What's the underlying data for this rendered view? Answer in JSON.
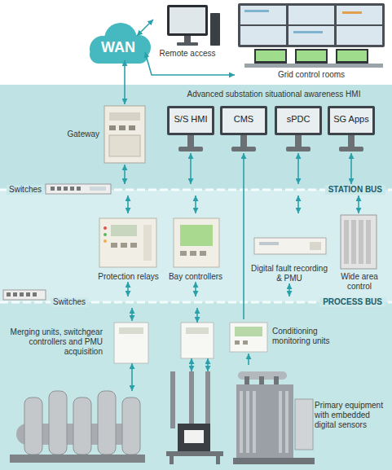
{
  "diagram": {
    "nodes": [
      {
        "text": [
          "Remote access"
        ]
      },
      {
        "text": [
          "WAN"
        ]
      },
      {
        "text": [
          "Grid control rooms"
        ]
      },
      {
        "text": [
          "Gateway"
        ]
      },
      {
        "text": [
          "S/S HMI"
        ]
      },
      {
        "text": [
          "CMS"
        ]
      },
      {
        "text": [
          "sPDC"
        ]
      },
      {
        "text": [
          "SG Apps"
        ]
      },
      {
        "text": [
          "STATION BUS"
        ]
      },
      {
        "text": [
          "Protection relays"
        ]
      },
      {
        "text": [
          "Bay controllers"
        ]
      },
      {
        "text": [
          "Digital fault recording & PMU"
        ]
      },
      {
        "text": [
          "Wide area control"
        ]
      },
      {
        "text": [
          "PROCESS BUS"
        ]
      },
      {
        "text": [
          "Merging units, switchgear controllers and PMU acquisition"
        ]
      },
      {
        "text": [
          "Conditioning monitoring units"
        ]
      },
      {
        "text": [
          "Primary equipment with embedded digital sensors"
        ]
      }
    ],
    "edges": [
      {
        "from": 1,
        "to": 0,
        "arrow": "both"
      },
      {
        "from": 1,
        "to": 2,
        "arrow": "both"
      },
      {
        "from": 1,
        "to": 3,
        "arrow": "both"
      },
      {
        "from": 3,
        "to": 8,
        "arrow": "both"
      },
      {
        "from": 4,
        "to": 8,
        "arrow": "both"
      },
      {
        "from": 15,
        "to": 5,
        "arrow": "to"
      },
      {
        "from": 6,
        "to": 8,
        "arrow": "both"
      },
      {
        "from": 7,
        "to": 8,
        "arrow": "both"
      },
      {
        "from": 8,
        "to": 9,
        "arrow": "both"
      },
      {
        "from": 8,
        "to": 10,
        "arrow": "both"
      },
      {
        "from": 8,
        "to": 11,
        "arrow": "both"
      },
      {
        "from": 8,
        "to": 12,
        "arrow": "both"
      },
      {
        "from": 9,
        "to": 13,
        "arrow": "both"
      },
      {
        "from": 10,
        "to": 13,
        "arrow": "both"
      },
      {
        "from": 11,
        "to": 13,
        "arrow": "both"
      },
      {
        "from": 13,
        "to": 14,
        "arrow": "both"
      },
      {
        "from": 16,
        "to": 15,
        "arrow": "to"
      }
    ],
    "labels": [
      "Advanced substation situational awareness HMI",
      "Switches",
      "Switches"
    ]
  }
}
